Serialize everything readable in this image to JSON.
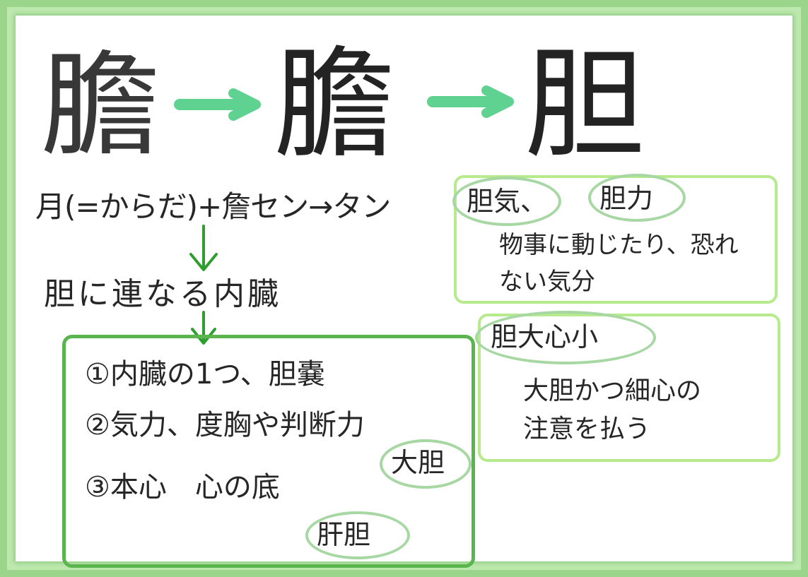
{
  "chars": {
    "seal": "膽",
    "traditional": "膽",
    "modern": "胆"
  },
  "etymology": {
    "formula": "月(=からだ)+詹セン→タン",
    "meaning": "胆に連なる内臓"
  },
  "definitions": [
    {
      "text": "①内臓の1つ、胆嚢"
    },
    {
      "text": "②気力、度胸や判断力"
    },
    {
      "text": "③本心　心の底"
    }
  ],
  "examples": {
    "daitan": "大胆",
    "kantan": "肝胆"
  },
  "panel1": {
    "tag1": "胆気、",
    "tag2": "胆力",
    "line1": "物事に動じたり、恐れ",
    "line2": "ない気分"
  },
  "panel2": {
    "tag": "胆大心小",
    "line1": "大胆かつ細心の",
    "line2": "注意を払う"
  },
  "colors": {
    "arrow_big": "#5fd190",
    "arrow_down": "#2e9e2e",
    "box_main": "#5bb54f",
    "box_right": "#b6ea8c",
    "oval": "#a7d7a3"
  }
}
